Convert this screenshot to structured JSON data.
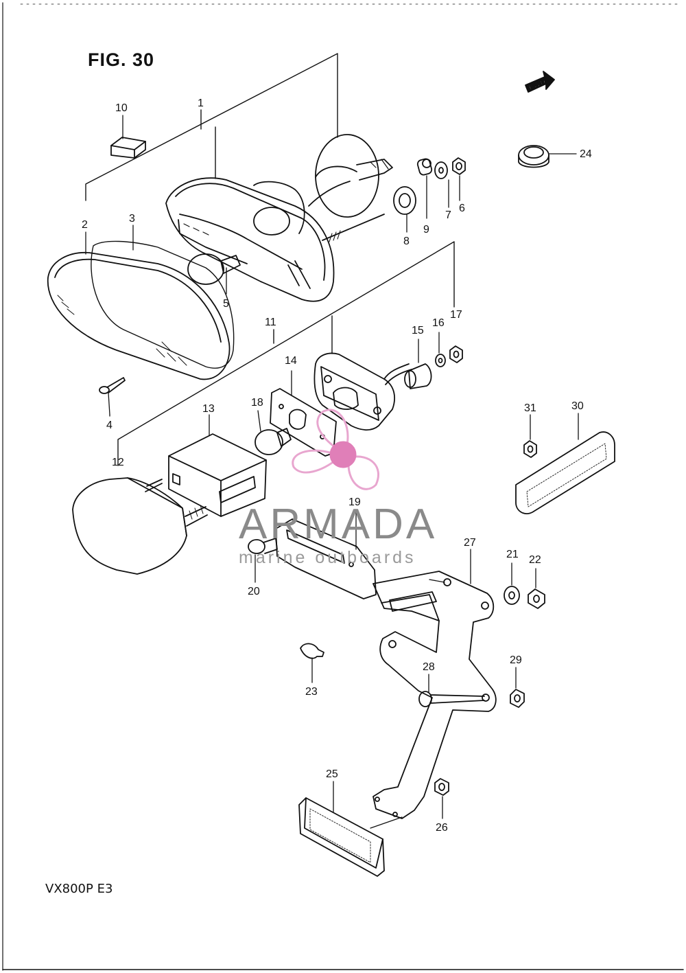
{
  "figure_title": "FIG. 30",
  "model_code": "VX800P E3",
  "fwd_label": "FWD",
  "watermark": {
    "name": "ARMADA",
    "tagline": "marine outboards",
    "logo_color": "#e8a6cf",
    "logo_hub_color": "#e07fb8"
  },
  "callouts": {
    "c1": "1",
    "c2": "2",
    "c3": "3",
    "c4": "4",
    "c5": "5",
    "c6": "6",
    "c7": "7",
    "c8": "8",
    "c9": "9",
    "c10": "10",
    "c11": "11",
    "c12": "12",
    "c13": "13",
    "c14": "14",
    "c15": "15",
    "c16": "16",
    "c17": "17",
    "c18": "18",
    "c19": "19",
    "c20": "20",
    "c21": "21",
    "c22": "22",
    "c23": "23",
    "c24": "24",
    "c25": "25",
    "c26": "26",
    "c27": "27",
    "c28": "28",
    "c29": "29",
    "c30": "30",
    "c31": "31"
  }
}
